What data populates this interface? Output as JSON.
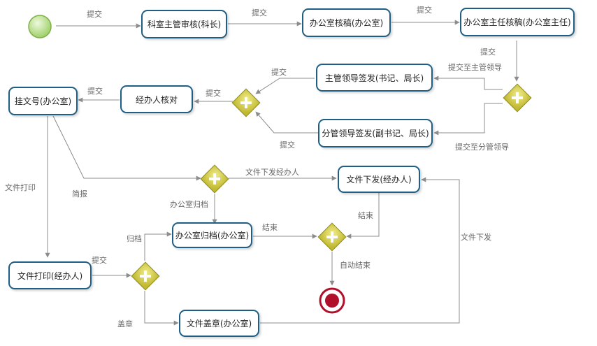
{
  "nodes": {
    "ke_shi_review": "科室主管审核(科长)",
    "office_draft": "办公室核稿(办公室)",
    "office_director": "办公室主任核稿(办公室主任)",
    "leader_sign": "主管领导签发(书记、局长)",
    "deputy_sign": "分管领导签发(副书记、局长)",
    "handler_check": "经办人核对",
    "doc_number": "挂文号(办公室)",
    "doc_issue": "文件下发(经办人)",
    "office_archive": "办公室归档(办公室)",
    "doc_print": "文件打印(经办人)",
    "doc_stamp": "文件盖章(办公室)"
  },
  "edges": {
    "start_submit": "提交",
    "submit_2": "提交",
    "submit_3": "提交",
    "submit_4": "提交",
    "to_leader": "提交至主管领导",
    "to_deputy": "提交至分管领导",
    "leader_submit": "提交",
    "deputy_submit": "提交",
    "gw_submit": "提交",
    "handler_submit": "提交",
    "doc_print_edge": "文件打印",
    "report": "简报",
    "issue_to_handler": "文件下发经办人",
    "office_archive_edge": "办公室归档",
    "archive": "归档",
    "end_archive": "结束",
    "end_issue": "结束",
    "print_submit": "提交",
    "stamp": "盖章",
    "stamp_issue": "文件下发",
    "auto_end": "自动结束"
  },
  "colors": {
    "node_border": "#1f5f85",
    "gateway_fill": "#c8c23c",
    "gateway_border": "#8c8a1e",
    "start_fill": "#b9e28a",
    "end_fill": "#b0102a",
    "edge": "#8c8c8c"
  }
}
